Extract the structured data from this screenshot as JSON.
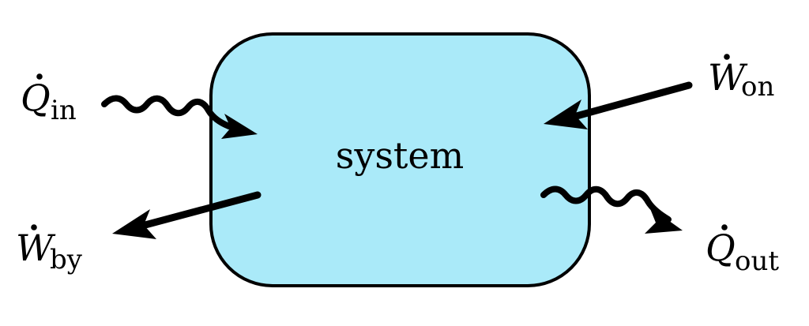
{
  "diagram": {
    "system_label": "system",
    "system_fill": "#aaeaf9",
    "stroke_color": "#000000",
    "flows": {
      "q_in": {
        "symbol": "Q",
        "subscript": "in",
        "kind": "heat",
        "direction": "into-system"
      },
      "w_on": {
        "symbol": "W",
        "subscript": "on",
        "kind": "work",
        "direction": "into-system"
      },
      "w_by": {
        "symbol": "W",
        "subscript": "by",
        "kind": "work",
        "direction": "out-of-system"
      },
      "q_out": {
        "symbol": "Q",
        "subscript": "out",
        "kind": "heat",
        "direction": "out-of-system"
      }
    }
  }
}
